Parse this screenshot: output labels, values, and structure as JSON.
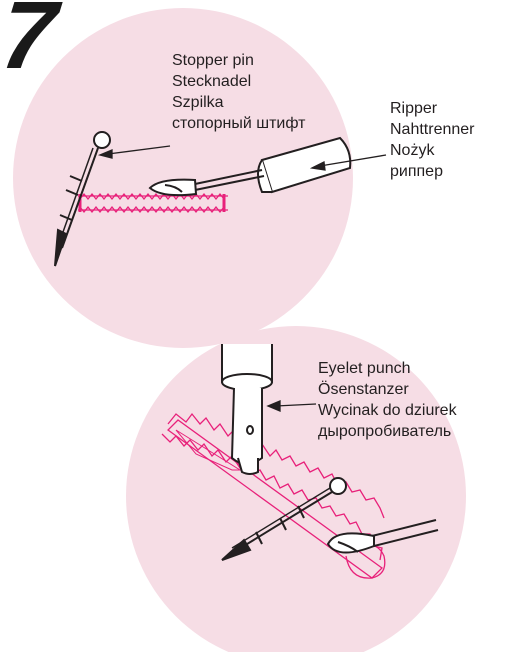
{
  "step": {
    "number": "7"
  },
  "labels": {
    "stopper_pin": [
      "Stopper pin",
      "Stecknadel",
      "Szpilka",
      "стопорный штифт"
    ],
    "ripper": [
      "Ripper",
      "Nahttrenner",
      "Nożyk",
      "риппер"
    ],
    "eyelet_punch": [
      "Eyelet punch",
      "Ösenstanzer",
      "Wycinak do dziurek",
      "дыропробиватель"
    ]
  },
  "colors": {
    "circle_fill": "#f6dde5",
    "stitch_pink": "#e8217a",
    "outline": "#231f20"
  }
}
